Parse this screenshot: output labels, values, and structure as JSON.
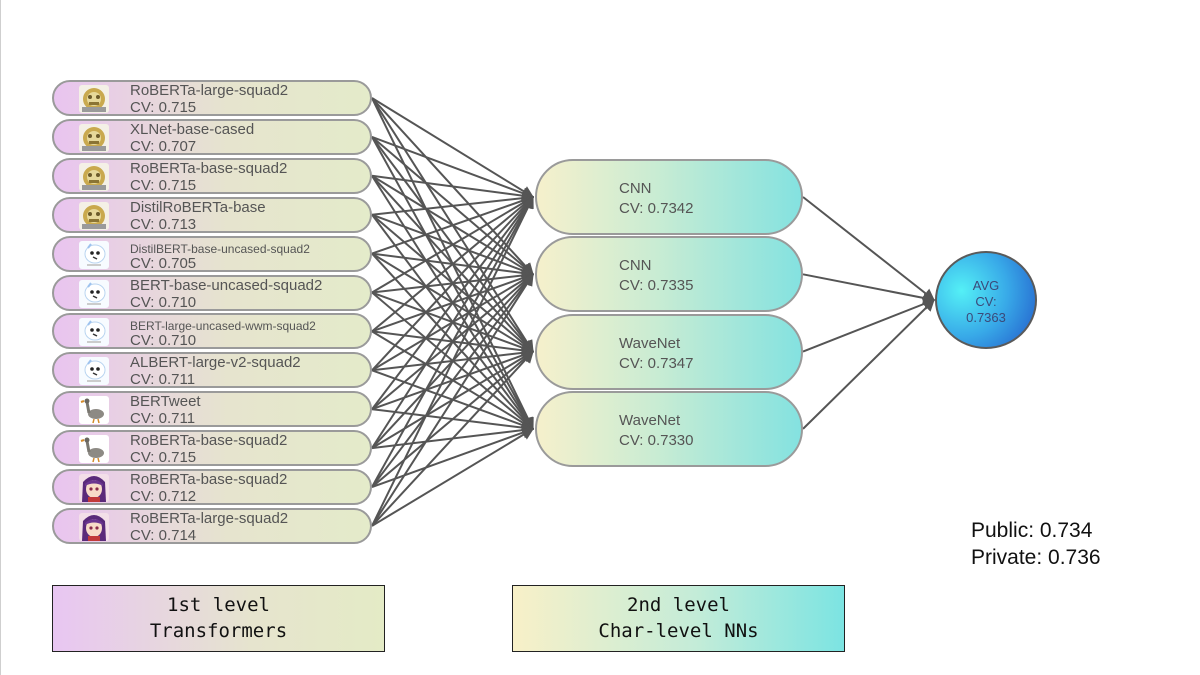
{
  "level1_models": [
    {
      "name": "RoBERTa-large-squad2",
      "cv": "CV: 0.715",
      "icon": "robot-face-icon"
    },
    {
      "name": "XLNet-base-cased",
      "cv": "CV: 0.707",
      "icon": "robot-face-icon"
    },
    {
      "name": "RoBERTa-base-squad2",
      "cv": "CV: 0.715",
      "icon": "robot-face-icon"
    },
    {
      "name": "DistilRoBERTa-base",
      "cv": "CV: 0.713",
      "icon": "robot-face-icon"
    },
    {
      "name": "DistilBERT-base-uncased-squad2",
      "cv": "CV: 0.705",
      "icon": "white-character-icon"
    },
    {
      "name": "BERT-base-uncased-squad2",
      "cv": "CV: 0.710",
      "icon": "white-character-icon"
    },
    {
      "name": "BERT-large-uncased-wwm-squad2",
      "cv": "CV: 0.710",
      "icon": "white-character-icon"
    },
    {
      "name": "ALBERT-large-v2-squad2",
      "cv": "CV: 0.711",
      "icon": "white-character-icon"
    },
    {
      "name": "BERTweet",
      "cv": "CV: 0.711",
      "icon": "goose-icon"
    },
    {
      "name": "RoBERTa-base-squad2",
      "cv": "CV: 0.715",
      "icon": "goose-icon"
    },
    {
      "name": "RoBERTa-base-squad2",
      "cv": "CV: 0.712",
      "icon": "anime-girl-icon"
    },
    {
      "name": "RoBERTa-large-squad2",
      "cv": "CV: 0.714",
      "icon": "anime-girl-icon"
    }
  ],
  "level2_models": [
    {
      "name": "CNN",
      "cv": "CV: 0.7342"
    },
    {
      "name": "CNN",
      "cv": "CV: 0.7335"
    },
    {
      "name": "WaveNet",
      "cv": "CV: 0.7347"
    },
    {
      "name": "WaveNet",
      "cv": "CV: 0.7330"
    }
  ],
  "final": {
    "line1": "AVG",
    "line2": "CV:",
    "line3": "0.7363"
  },
  "scores": {
    "public": "Public: 0.734",
    "private": "Private: 0.736"
  },
  "legend": {
    "level1": {
      "line1": "1st level",
      "line2": "Transformers"
    },
    "level2": {
      "line1": "2nd level",
      "line2": "Char-level NNs"
    }
  },
  "colors": {
    "connector": "#555555",
    "node_border": "#9a9a9a"
  }
}
